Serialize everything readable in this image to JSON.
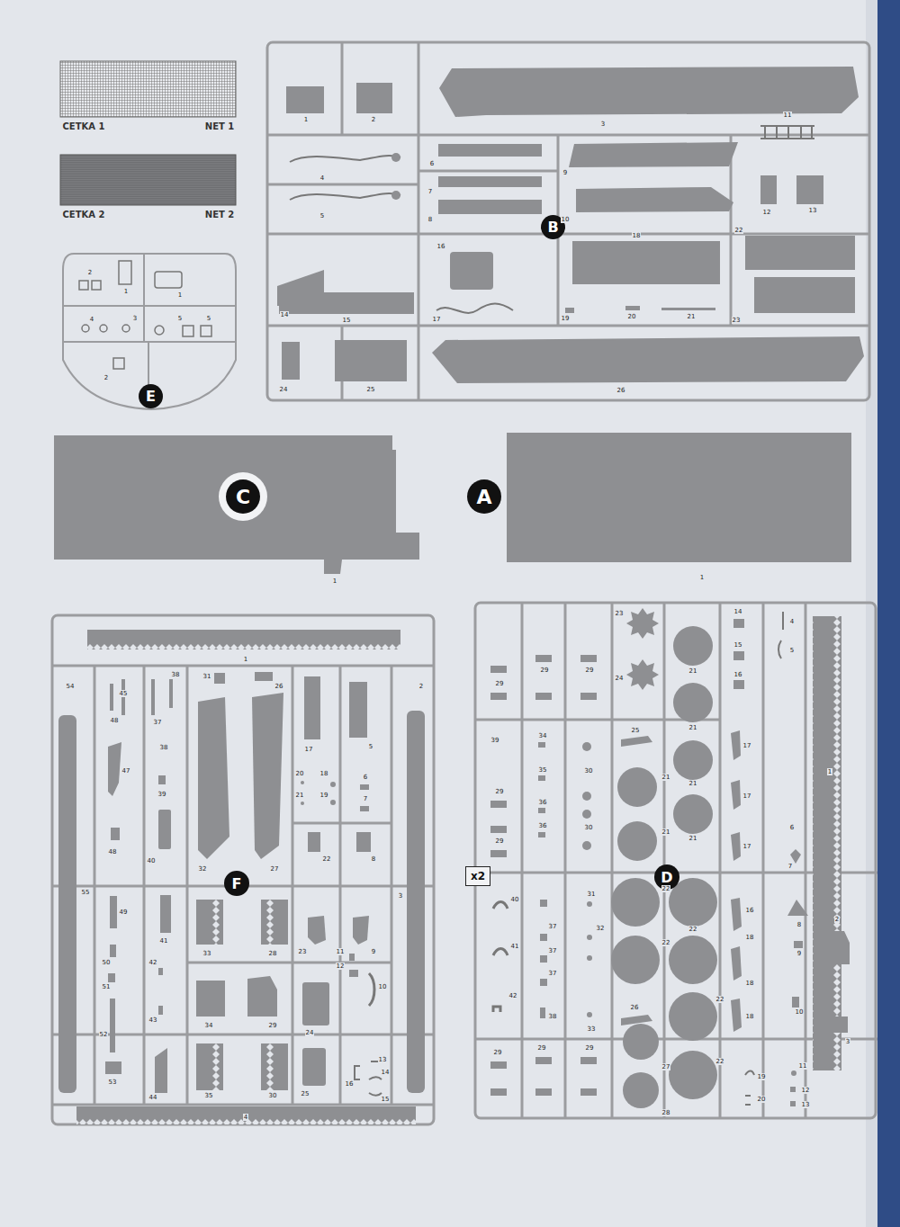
{
  "diagram": {
    "nodes": [
      {
        "text": [
          "B"
        ]
      },
      {
        "text": [
          "E"
        ]
      },
      {
        "text": [
          "C"
        ]
      },
      {
        "text": [
          "A"
        ]
      },
      {
        "text": [
          "F"
        ]
      },
      {
        "text": [
          "x2"
        ]
      },
      {
        "text": [
          "D"
        ]
      }
    ],
    "labels": [
      "CETKA 1",
      "NET 1",
      "CETKA 2",
      "NET 2",
      "1",
      "2",
      "3",
      "11",
      "4",
      "6",
      "9",
      "7",
      "5",
      "8",
      "10",
      "12",
      "13",
      "22",
      "14",
      "16",
      "18",
      "23",
      "15",
      "17",
      "19",
      "20",
      "21",
      "24",
      "25",
      "26",
      "2",
      "1",
      "1",
      "4",
      "3",
      "5",
      "5",
      "2",
      "1",
      "1",
      "1",
      "54",
      "2",
      "45",
      "48",
      "38",
      "37",
      "31",
      "26",
      "38",
      "47",
      "39",
      "40",
      "48",
      "32",
      "27",
      "17",
      "5",
      "20",
      "18",
      "6",
      "21",
      "19",
      "7",
      "22",
      "8",
      "55",
      "3",
      "49",
      "41",
      "33",
      "28",
      "23",
      "9",
      "50",
      "51",
      "42",
      "43",
      "11",
      "12",
      "10",
      "52",
      "34",
      "29",
      "24",
      "53",
      "44",
      "35",
      "30",
      "25",
      "16",
      "13",
      "14",
      "15",
      "4",
      "23",
      "14",
      "4",
      "29",
      "29",
      "29",
      "24",
      "21",
      "15",
      "5",
      "16",
      "1",
      "39",
      "34",
      "25",
      "21",
      "35",
      "30",
      "17",
      "6",
      "29",
      "21",
      "21",
      "17",
      "36",
      "30",
      "29",
      "36",
      "21",
      "21",
      "17",
      "7",
      "40",
      "31",
      "22",
      "16",
      "8",
      "2",
      "41",
      "37",
      "37",
      "32",
      "22",
      "22",
      "18",
      "9",
      "42",
      "37",
      "33",
      "22",
      "18",
      "10",
      "3",
      "38",
      "26",
      "18",
      "29",
      "29",
      "29",
      "27",
      "22",
      "19",
      "11",
      "12",
      "20",
      "13",
      "28"
    ]
  }
}
